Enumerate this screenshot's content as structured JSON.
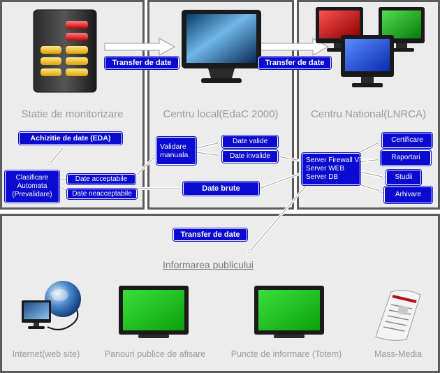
{
  "stations": {
    "monitoring": "Statie de monitorizare",
    "local": "Centru local(EdaC 2000)",
    "national": "Centru National(LNRCA)"
  },
  "flows": {
    "transfer1": "Transfer de date",
    "transfer2": "Transfer de date",
    "transfer3": "Transfer de date"
  },
  "monitoring_panel": {
    "acquisition": "Achizitie de date (EDA)",
    "classification": "Clasificare\nAutomata\n(Prevalidare)",
    "acceptable": "Date acceptabile",
    "unacceptable": "Date neacceptabile"
  },
  "local_panel": {
    "validation": "Validare\nmanuala",
    "valid": "Date valide",
    "invalid": "Date invalide",
    "raw": "Date brute"
  },
  "national_panel": {
    "servers": "Server Firewall VPN\nServer WEB\nServer DB",
    "outputs": [
      "Certificare",
      "Raportari",
      "Studii",
      "Arhivare"
    ]
  },
  "public": {
    "title": "Informarea publicului",
    "channels": [
      "Internet(web site)",
      "Panouri publice de afisare",
      "Puncte de informare (Totem)",
      "Mass-Media"
    ]
  },
  "colors": {
    "label_bg": "#0a0ad0",
    "panel_bg": "#ececec",
    "panel_border": "#5c5c5c",
    "screen_green": "#12c412",
    "screen_red": "#c41212",
    "screen_blue": "#1250d8"
  }
}
